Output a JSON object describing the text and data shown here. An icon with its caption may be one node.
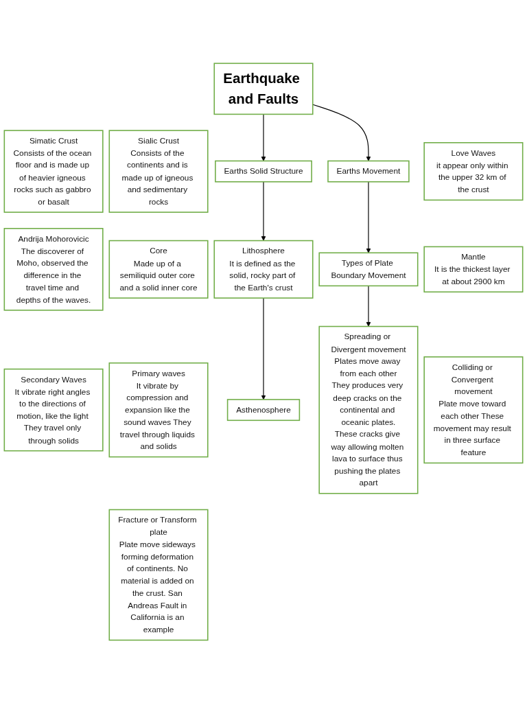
{
  "diagram": {
    "nodes": [
      {
        "text": [
          "Earthquake and Faults"
        ]
      },
      {
        "text": [
          "Earths Movement"
        ]
      },
      {
        "text": [
          "Earths Solid Structure"
        ]
      },
      {
        "text": [
          "Simatic Crust",
          "Consists of the ocean floor and is made up of heavier igneous rocks such as gabbro or basalt"
        ]
      },
      {
        "text": [
          "Sialic Crust",
          "Consists of the continents and is made up of igneous and sedimentary rocks"
        ]
      },
      {
        "text": [
          "Love Waves",
          "it appear only within the upper 32 km of the crust"
        ]
      },
      {
        "text": [
          "Secondary Waves",
          "It vibrate right angles to the directions of motion, like the light They travel only through solids"
        ]
      },
      {
        "text": [
          "Primary waves",
          "It vibrate by compression and expansion like the sound waves They travel through liquids and solids"
        ]
      },
      {
        "text": [
          "Andrija Mohorovicic",
          "The discoverer of Moho, observed the difference in the travel time and depths of the waves."
        ]
      },
      {
        "text": [
          "Core",
          "Made up of a semiliquid outer core and a solid inner core"
        ]
      },
      {
        "text": [
          "Mantle",
          "It is the thickest layer at about 2900 km"
        ]
      },
      {
        "text": [
          "Lithosphere",
          "It is defined as the solid, rocky part of the Earth's crust"
        ]
      },
      {
        "text": [
          "Asthenosphere"
        ]
      },
      {
        "text": [
          "Types of Plate Boundary Movement"
        ]
      },
      {
        "text": [
          "Spreading or Divergent movement",
          "Plates move away from each other",
          "They produces very deep cracks on the continental and oceanic plates.",
          "These cracks give way allowing molten lava to surface thus pushing the plates apart"
        ]
      },
      {
        "text": [
          "Colliding or Convergent movement",
          "Plate move toward each other These movement may result in three surface feature"
        ]
      },
      {
        "text": [
          "Fracture or Transform plate",
          "Plate move sideways forming deformation of continents. No material is added on the crust. San Andreas Fault in California is an example"
        ]
      }
    ],
    "edges": [
      {
        "from": 0,
        "to": 1,
        "arrow": "to"
      },
      {
        "from": 0,
        "to": 2,
        "arrow": "to"
      },
      {
        "from": 2,
        "to": 11,
        "arrow": "to"
      },
      {
        "from": 11,
        "to": 12,
        "arrow": "to"
      },
      {
        "from": 1,
        "to": 13,
        "arrow": "to"
      },
      {
        "from": 13,
        "to": 14,
        "arrow": "to"
      }
    ]
  }
}
